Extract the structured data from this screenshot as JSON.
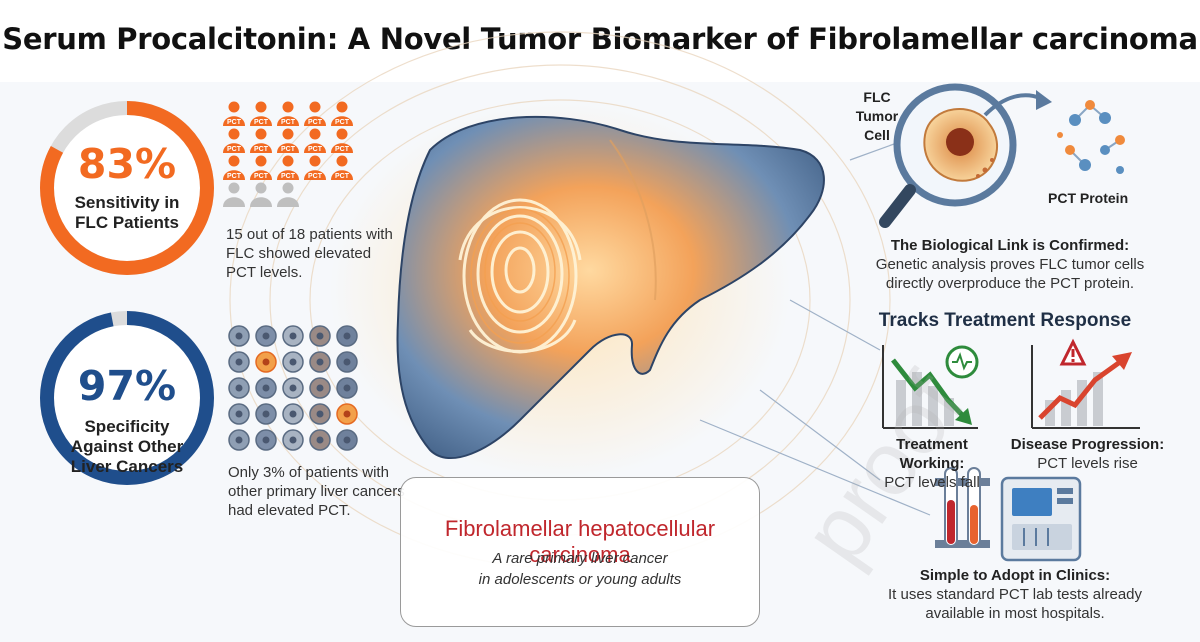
{
  "title": "Serum Procalcitonin: A Novel Tumor Biomarker of Fibrolamellar carcinoma",
  "colors": {
    "orange": "#f26a21",
    "blue": "#1f4e8c",
    "red": "#c0272d",
    "green": "#2e8b3c",
    "gray": "#bfbfbf"
  },
  "sensitivity": {
    "value": 0.83,
    "percent_label": "83%",
    "label_line1": "Sensitivity in",
    "label_line2": "FLC Patients",
    "icon_label": "PCT",
    "icons_total": 18,
    "icons_elevated": 15,
    "caption_line1": "15 out of 18 patients with",
    "caption_line2": "FLC showed elevated",
    "caption_line3": "PCT levels."
  },
  "specificity": {
    "value": 0.97,
    "percent_label": "97%",
    "label_line1": "Specificity",
    "label_line2": "Against Other",
    "label_line3": "Liver Cancers",
    "caption_line1": "Only 3% of patients with",
    "caption_line2": "other primary liver cancers",
    "caption_line3": "had elevated PCT."
  },
  "center_box": {
    "title": "Fibrolamellar hepatocellular carcinoma",
    "subtitle_line1": "A rare primary liver cancer",
    "subtitle_line2": "in adolescents or young adults"
  },
  "bio_link": {
    "cell_label_line1": "FLC",
    "cell_label_line2": "Tumor",
    "cell_label_line3": "Cell",
    "protein_label": "PCT Protein",
    "heading": "The Biological Link is Confirmed:",
    "line1": "Genetic analysis proves FLC tumor cells",
    "line2": "directly overproduce the PCT protein."
  },
  "tracks": {
    "heading": "Tracks Treatment Response",
    "working_heading": "Treatment Working:",
    "working_sub": "PCT levels fall",
    "progression_heading": "Disease Progression:",
    "progression_sub": "PCT levels rise"
  },
  "adopt": {
    "heading": "Simple to Adopt in Clinics:",
    "line1": "It uses standard PCT lab tests already",
    "line2": "available in most hospitals."
  },
  "watermark": "proof"
}
